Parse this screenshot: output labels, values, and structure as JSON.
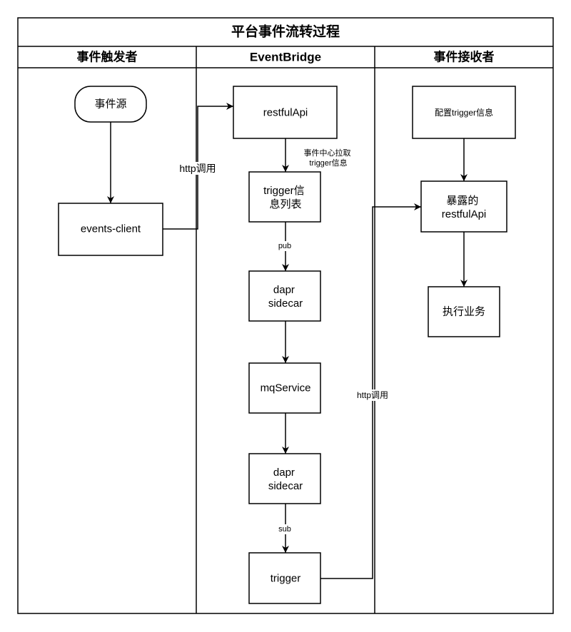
{
  "title": "平台事件流转过程",
  "lanes": [
    {
      "header": "事件触发者",
      "nodes": [
        {
          "lines": [
            "事件源"
          ]
        },
        {
          "lines": [
            "events-client"
          ]
        }
      ]
    },
    {
      "header": "EventBridge",
      "nodes": [
        {
          "lines": [
            "restfulApi"
          ]
        },
        {
          "lines": [
            "trigger信",
            "息列表"
          ]
        },
        {
          "lines": [
            "dapr",
            "sidecar"
          ]
        },
        {
          "lines": [
            "mqService"
          ]
        },
        {
          "lines": [
            "dapr",
            "sidecar"
          ]
        },
        {
          "lines": [
            "trigger"
          ]
        }
      ]
    },
    {
      "header": "事件接收者",
      "nodes": [
        {
          "lines": [
            "配置trigger信息"
          ]
        },
        {
          "lines": [
            "暴露的",
            "restfulApi"
          ]
        },
        {
          "lines": [
            "执行业务"
          ]
        }
      ]
    }
  ],
  "edges": {
    "events_client_to_restful_api": {
      "label": "http调用"
    },
    "restful_api_to_trigger_list": {
      "label_lines": [
        "事件中心拉取",
        "trigger信息"
      ]
    },
    "trigger_list_to_dapr_sidecar": {
      "label": "pub"
    },
    "dapr_sidecar_to_trigger": {
      "label": "sub"
    },
    "trigger_to_exposed_restful_api": {
      "label": "http调用"
    }
  },
  "colors": {
    "line": "#000000",
    "text": "#000000",
    "background": "#ffffff"
  }
}
